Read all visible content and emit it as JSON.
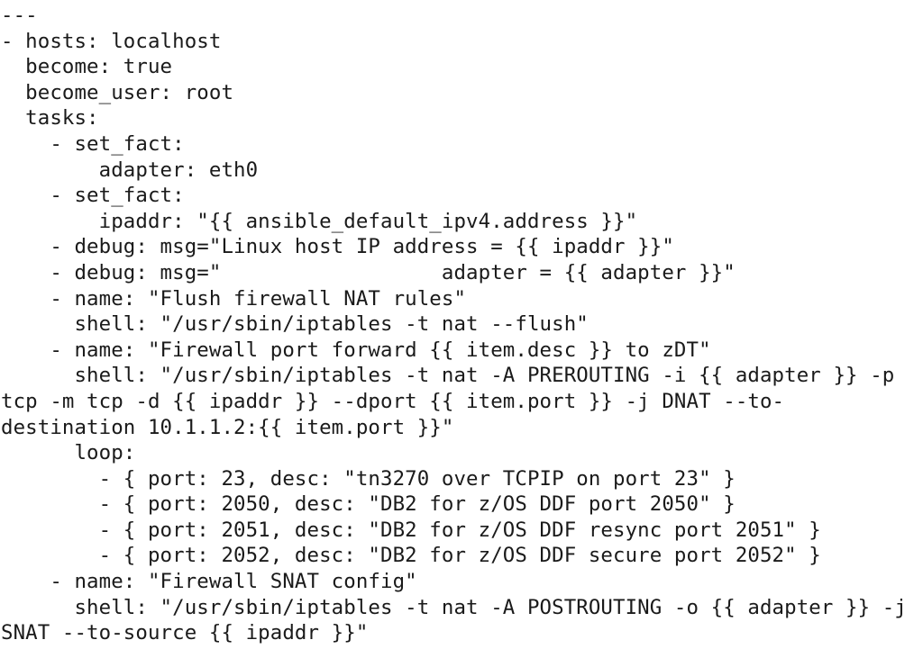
{
  "document": {
    "language": "yaml",
    "lines": [
      "---",
      "- hosts: localhost",
      "  become: true",
      "  become_user: root",
      "  tasks:",
      "    - set_fact:",
      "        adapter: eth0",
      "    - set_fact:",
      "        ipaddr: \"{{ ansible_default_ipv4.address }}\"",
      "    - debug: msg=\"Linux host IP address = {{ ipaddr }}\"",
      "    - debug: msg=\"                  adapter = {{ adapter }}\"",
      "    - name: \"Flush firewall NAT rules\"",
      "      shell: \"/usr/sbin/iptables -t nat --flush\"",
      "    - name: \"Firewall port forward {{ item.desc }} to zDT\"",
      "      shell: \"/usr/sbin/iptables -t nat -A PREROUTING -i {{ adapter }} -p",
      "tcp -m tcp -d {{ ipaddr }} --dport {{ item.port }} -j DNAT --to-",
      "destination 10.1.1.2:{{ item.port }}\"",
      "      loop:",
      "        - { port: 23, desc: \"tn3270 over TCPIP on port 23\" }",
      "        - { port: 2050, desc: \"DB2 for z/OS DDF port 2050\" }",
      "        - { port: 2051, desc: \"DB2 for z/OS DDF resync port 2051\" }",
      "        - { port: 2052, desc: \"DB2 for z/OS DDF secure port 2052\" }",
      "    - name: \"Firewall SNAT config\"",
      "      shell: \"/usr/sbin/iptables -t nat -A POSTROUTING -o {{ adapter }} -j",
      "SNAT --to-source {{ ipaddr }}\""
    ]
  }
}
